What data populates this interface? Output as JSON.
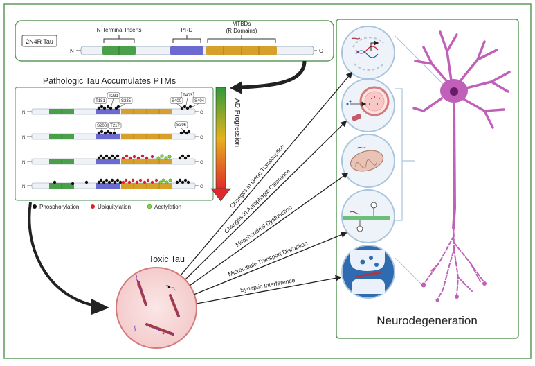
{
  "tau_panel": {
    "box_label": "2N4R Tau",
    "n_terminal_label": "N-Terminal Inserts",
    "prd_label": "PRD",
    "mtbd_label_line1": "MTBDs",
    "mtbd_label_line2": "(R Domains)",
    "n_end": "N",
    "c_end": "C"
  },
  "ptm_panel": {
    "title": "Pathologic Tau Accumulates PTMs",
    "progression_label": "AD Progression",
    "n_end": "N",
    "c_end": "C",
    "row1_tags": [
      "T181",
      "T231",
      "S235",
      "S400",
      "T403",
      "S404"
    ],
    "row2_tags": [
      "S208",
      "T217",
      "S396"
    ],
    "legend": {
      "phosphorylation": "Phosphorylation",
      "ubiquitylation": "Ubiquitylation",
      "acetylation": "Acetylation"
    }
  },
  "toxic_tau": {
    "label": "Toxic Tau"
  },
  "mechanisms": [
    "Changes in Gene Transcription",
    "Changes in Autophagic Clearance",
    "Mitochondrial Dysfunction",
    "Microtubule Transport Disruption",
    "Synaptic Interference"
  ],
  "neuro_panel": {
    "title": "Neurodegeneration"
  },
  "colors": {
    "panel_border": "#5e9a5a",
    "n_insert_green": "#4aa04a",
    "prd_blue": "#6a6ad0",
    "mtbd_orange": "#d7a02a",
    "neuron_magenta": "#c060b8",
    "progression_top": "#2e9b3a",
    "progression_bottom": "#e0292b",
    "phos": "#111111",
    "ubiq": "#d6222a",
    "acet": "#7fd43a"
  }
}
